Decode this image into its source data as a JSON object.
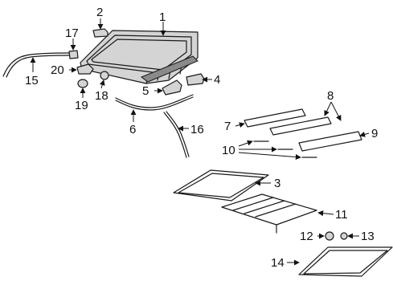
{
  "callouts": {
    "c1": "1",
    "c2": "2",
    "c3": "3",
    "c4": "4",
    "c5": "5",
    "c6": "6",
    "c7": "7",
    "c8": "8",
    "c9": "9",
    "c10": "10",
    "c11": "11",
    "c12": "12",
    "c13": "13",
    "c14": "14",
    "c15": "15",
    "c16": "16",
    "c17": "17",
    "c18": "18",
    "c19": "19",
    "c20": "20"
  },
  "colors": {
    "line": "#1a1a1a",
    "fill": "#d4d4d4",
    "background": "#ffffff"
  }
}
